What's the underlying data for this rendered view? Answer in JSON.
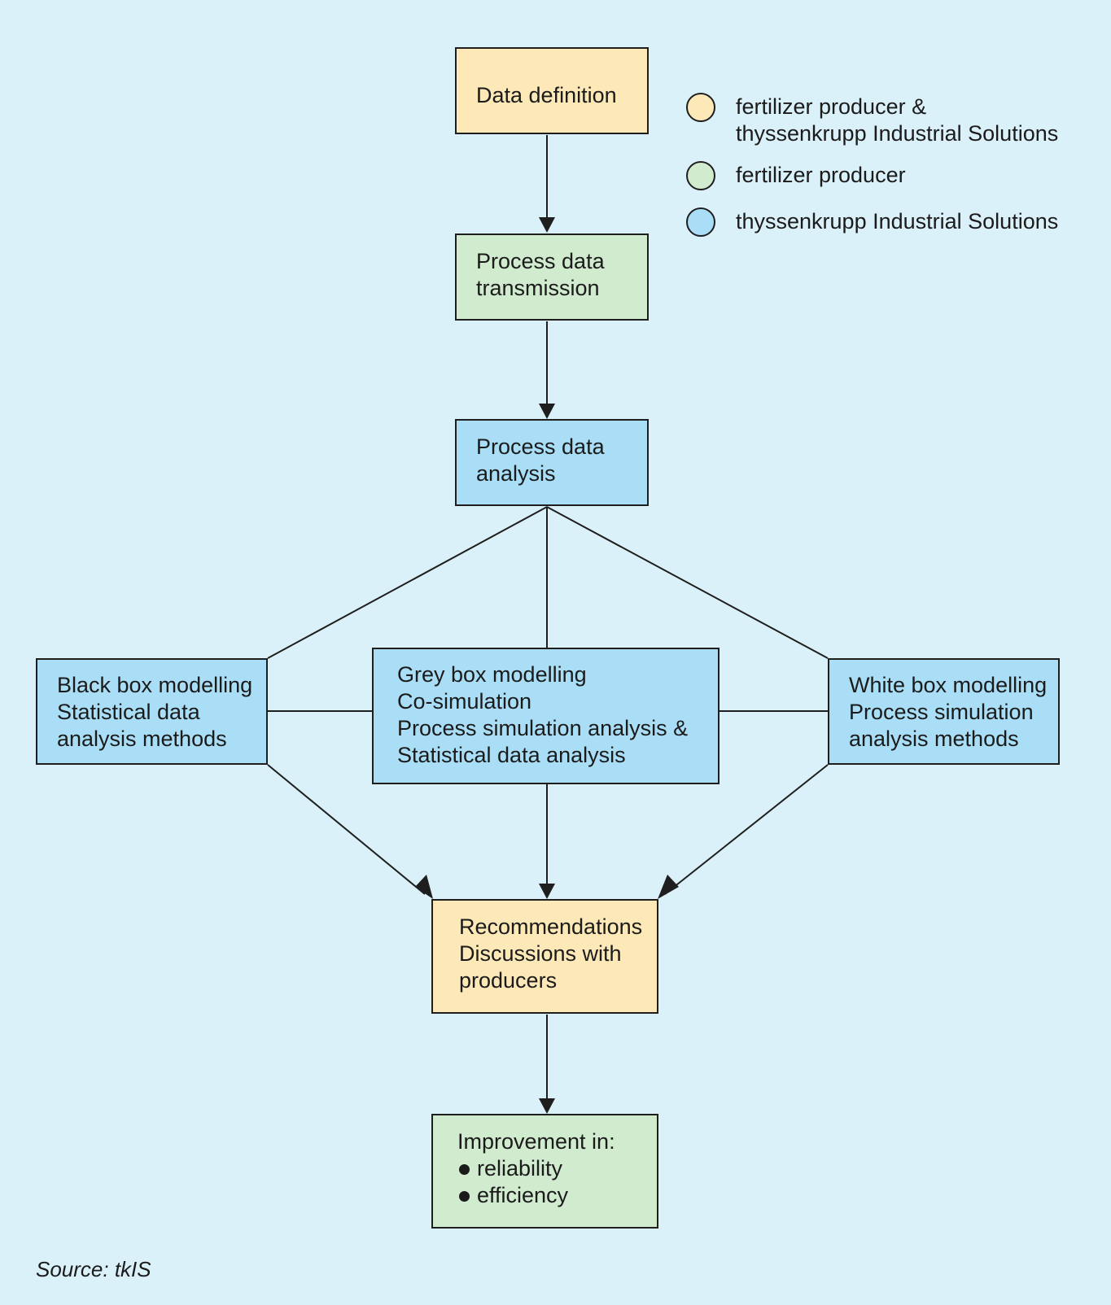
{
  "nodes": {
    "data_definition": {
      "lines": [
        "Data definition"
      ],
      "color": "#fde9b8"
    },
    "process_data_transmission": {
      "lines": [
        "Process data",
        "transmission"
      ],
      "color": "#d1ebcf"
    },
    "process_data_analysis": {
      "lines": [
        "Process data",
        "analysis"
      ],
      "color": "#a9def6"
    },
    "black_box": {
      "lines": [
        "Black box modelling",
        "Statistical data",
        "analysis methods"
      ],
      "color": "#a9def6"
    },
    "grey_box": {
      "lines": [
        "Grey box modelling",
        "Co-simulation",
        "Process simulation analysis &",
        "Statistical data analysis"
      ],
      "color": "#a9def6"
    },
    "white_box": {
      "lines": [
        "White box modelling",
        "Process simulation",
        "analysis methods"
      ],
      "color": "#a9def6"
    },
    "recommendations": {
      "lines": [
        "Recommendations",
        "Discussions with",
        "producers"
      ],
      "color": "#fde9b8"
    },
    "improvement": {
      "title": "Improvement in:",
      "bullets": [
        "reliability",
        "efficiency"
      ],
      "color": "#d1ebcf"
    }
  },
  "legend": [
    {
      "lines": [
        "fertilizer producer &",
        "thyssenkrupp Industrial Solutions"
      ],
      "color": "#fde9b8"
    },
    {
      "lines": [
        "fertilizer producer"
      ],
      "color": "#d1ebcf"
    },
    {
      "lines": [
        "thyssenkrupp Industrial Solutions"
      ],
      "color": "#a9def6"
    }
  ],
  "edges": [
    {
      "from": "data_definition",
      "to": "process_data_transmission",
      "arrow": true
    },
    {
      "from": "process_data_transmission",
      "to": "process_data_analysis",
      "arrow": true
    },
    {
      "from": "process_data_analysis",
      "to": "black_box",
      "arrow": false
    },
    {
      "from": "process_data_analysis",
      "to": "grey_box",
      "arrow": false
    },
    {
      "from": "process_data_analysis",
      "to": "white_box",
      "arrow": false
    },
    {
      "from": "black_box",
      "to": "grey_box",
      "arrow": false
    },
    {
      "from": "grey_box",
      "to": "white_box",
      "arrow": false
    },
    {
      "from": "black_box",
      "to": "recommendations",
      "arrow": true
    },
    {
      "from": "grey_box",
      "to": "recommendations",
      "arrow": true
    },
    {
      "from": "white_box",
      "to": "recommendations",
      "arrow": true
    },
    {
      "from": "recommendations",
      "to": "improvement",
      "arrow": true
    }
  ],
  "source": "Source: tkIS"
}
